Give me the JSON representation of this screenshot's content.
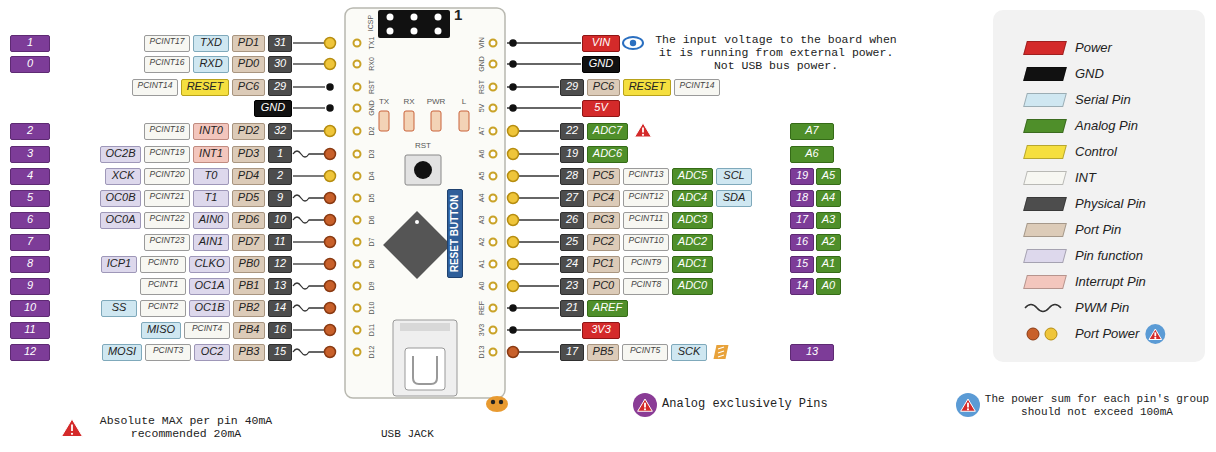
{
  "diagram": {
    "nodes": [
      {
        "text": [
          "1"
        ]
      },
      {
        "text": [
          "PCINT17"
        ]
      },
      {
        "text": [
          "TXD"
        ]
      },
      {
        "text": [
          "PD1"
        ]
      },
      {
        "text": [
          "31"
        ]
      },
      {
        "text": [
          "VIN"
        ]
      },
      {
        "text": [
          "0"
        ]
      },
      {
        "text": [
          "PCINT16"
        ]
      },
      {
        "text": [
          "RXD"
        ]
      },
      {
        "text": [
          "PD0"
        ]
      },
      {
        "text": [
          "30"
        ]
      },
      {
        "text": [
          "GND"
        ]
      },
      {
        "text": [
          "PCINT14"
        ]
      },
      {
        "text": [
          "RESET"
        ]
      },
      {
        "text": [
          "PC6"
        ]
      },
      {
        "text": [
          "29"
        ]
      },
      {
        "text": [
          "29"
        ]
      },
      {
        "text": [
          "PC6"
        ]
      },
      {
        "text": [
          "RESET"
        ]
      },
      {
        "text": [
          "PCINT14"
        ]
      },
      {
        "text": [
          "GND"
        ]
      },
      {
        "text": [
          "5V"
        ]
      },
      {
        "text": [
          "2"
        ]
      },
      {
        "text": [
          "PCINT18"
        ]
      },
      {
        "text": [
          "INT0"
        ]
      },
      {
        "text": [
          "PD2"
        ]
      },
      {
        "text": [
          "32"
        ]
      },
      {
        "text": [
          "22"
        ]
      },
      {
        "text": [
          "ADC7"
        ]
      },
      {
        "text": [
          "A7"
        ]
      },
      {
        "text": [
          "3"
        ]
      },
      {
        "text": [
          "OC2B"
        ]
      },
      {
        "text": [
          "PCINT19"
        ]
      },
      {
        "text": [
          "INT1"
        ]
      },
      {
        "text": [
          "PD3"
        ]
      },
      {
        "text": [
          "1"
        ]
      },
      {
        "text": [
          "19"
        ]
      },
      {
        "text": [
          "ADC6"
        ]
      },
      {
        "text": [
          "A6"
        ]
      },
      {
        "text": [
          "4"
        ]
      },
      {
        "text": [
          "XCK"
        ]
      },
      {
        "text": [
          "PCINT20"
        ]
      },
      {
        "text": [
          "T0"
        ]
      },
      {
        "text": [
          "PD4"
        ]
      },
      {
        "text": [
          "2"
        ]
      },
      {
        "text": [
          "28"
        ]
      },
      {
        "text": [
          "PC5"
        ]
      },
      {
        "text": [
          "PCINT13"
        ]
      },
      {
        "text": [
          "ADC5"
        ]
      },
      {
        "text": [
          "SCL"
        ]
      },
      {
        "text": [
          "19"
        ]
      },
      {
        "text": [
          "A5"
        ]
      },
      {
        "text": [
          "5"
        ]
      },
      {
        "text": [
          "OC0B"
        ]
      },
      {
        "text": [
          "PCINT21"
        ]
      },
      {
        "text": [
          "T1"
        ]
      },
      {
        "text": [
          "PD5"
        ]
      },
      {
        "text": [
          "9"
        ]
      },
      {
        "text": [
          "27"
        ]
      },
      {
        "text": [
          "PC4"
        ]
      },
      {
        "text": [
          "PCINT12"
        ]
      },
      {
        "text": [
          "ADC4"
        ]
      },
      {
        "text": [
          "SDA"
        ]
      },
      {
        "text": [
          "18"
        ]
      },
      {
        "text": [
          "A4"
        ]
      },
      {
        "text": [
          "6"
        ]
      },
      {
        "text": [
          "OC0A"
        ]
      },
      {
        "text": [
          "PCINT22"
        ]
      },
      {
        "text": [
          "AIN0"
        ]
      },
      {
        "text": [
          "PD6"
        ]
      },
      {
        "text": [
          "10"
        ]
      },
      {
        "text": [
          "26"
        ]
      },
      {
        "text": [
          "PC3"
        ]
      },
      {
        "text": [
          "PCINT11"
        ]
      },
      {
        "text": [
          "ADC3"
        ]
      },
      {
        "text": [
          "17"
        ]
      },
      {
        "text": [
          "A3"
        ]
      },
      {
        "text": [
          "7"
        ]
      },
      {
        "text": [
          "PCINT23"
        ]
      },
      {
        "text": [
          "AIN1"
        ]
      },
      {
        "text": [
          "PD7"
        ]
      },
      {
        "text": [
          "11"
        ]
      },
      {
        "text": [
          "25"
        ]
      },
      {
        "text": [
          "PC2"
        ]
      },
      {
        "text": [
          "PCINT10"
        ]
      },
      {
        "text": [
          "ADC2"
        ]
      },
      {
        "text": [
          "16"
        ]
      },
      {
        "text": [
          "A2"
        ]
      },
      {
        "text": [
          "8"
        ]
      },
      {
        "text": [
          "ICP1"
        ]
      },
      {
        "text": [
          "PCINT0"
        ]
      },
      {
        "text": [
          "CLKO"
        ]
      },
      {
        "text": [
          "PB0"
        ]
      },
      {
        "text": [
          "12"
        ]
      },
      {
        "text": [
          "24"
        ]
      },
      {
        "text": [
          "PC1"
        ]
      },
      {
        "text": [
          "PCINT9"
        ]
      },
      {
        "text": [
          "ADC1"
        ]
      },
      {
        "text": [
          "15"
        ]
      },
      {
        "text": [
          "A1"
        ]
      },
      {
        "text": [
          "9"
        ]
      },
      {
        "text": [
          "PCINT1"
        ]
      },
      {
        "text": [
          "OC1A"
        ]
      },
      {
        "text": [
          "PB1"
        ]
      },
      {
        "text": [
          "13"
        ]
      },
      {
        "text": [
          "23"
        ]
      },
      {
        "text": [
          "PC0"
        ]
      },
      {
        "text": [
          "PCINT8"
        ]
      },
      {
        "text": [
          "ADC0"
        ]
      },
      {
        "text": [
          "14"
        ]
      },
      {
        "text": [
          "A0"
        ]
      },
      {
        "text": [
          "10"
        ]
      },
      {
        "text": [
          "SS"
        ]
      },
      {
        "text": [
          "PCINT2"
        ]
      },
      {
        "text": [
          "OC1B"
        ]
      },
      {
        "text": [
          "PB2"
        ]
      },
      {
        "text": [
          "14"
        ]
      },
      {
        "text": [
          "21"
        ]
      },
      {
        "text": [
          "AREF"
        ]
      },
      {
        "text": [
          "11"
        ]
      },
      {
        "text": [
          "MISO"
        ]
      },
      {
        "text": [
          "PCINT4"
        ]
      },
      {
        "text": [
          "PB4"
        ]
      },
      {
        "text": [
          "16"
        ]
      },
      {
        "text": [
          "3V3"
        ]
      },
      {
        "text": [
          "12"
        ]
      },
      {
        "text": [
          "MOSI"
        ]
      },
      {
        "text": [
          "PCINT3"
        ]
      },
      {
        "text": [
          "OC2"
        ]
      },
      {
        "text": [
          "PB3"
        ]
      },
      {
        "text": [
          "15"
        ]
      },
      {
        "text": [
          "17"
        ]
      },
      {
        "text": [
          "PB5"
        ]
      },
      {
        "text": [
          "PCINT5"
        ]
      },
      {
        "text": [
          "SCK"
        ]
      },
      {
        "text": [
          "13"
        ]
      },
      {
        "text": [
          "RESET BUTTON"
        ]
      }
    ],
    "labels": [
      "ICSP",
      "1",
      "TX",
      "RX",
      "PWR",
      "L",
      "RST",
      "TX1",
      "RX0",
      "RST",
      "GND",
      "D2",
      "D3",
      "D4",
      "D5",
      "D6",
      "D7",
      "D8",
      "D9",
      "D10",
      "D11",
      "D12",
      "VIN",
      "GND",
      "RST",
      "5V",
      "A7",
      "A6",
      "A5",
      "A4",
      "A3",
      "A2",
      "A1",
      "A0",
      "REF",
      "3V3",
      "D13",
      "USB JACK",
      "The input voltage to the board when it is running from external power. Not USB bus power.",
      "Absolute MAX per pin 40mA recommended 20mA",
      "Analog exclusively Pins",
      "The power sum for each pin's group should not exceed 100mA"
    ],
    "legend": [
      {
        "text": "Power",
        "color": "#d42a2a"
      },
      {
        "text": "GND",
        "color": "#111111"
      },
      {
        "text": "Serial Pin",
        "color": "#cfe7f1"
      },
      {
        "text": "Analog Pin",
        "color": "#4f8f2a"
      },
      {
        "text": "Control",
        "color": "#f5df3f"
      },
      {
        "text": "INT",
        "color": "#f7f7f2"
      },
      {
        "text": "Physical Pin",
        "color": "#4d4d4d"
      },
      {
        "text": "Port Pin",
        "color": "#dccbb8"
      },
      {
        "text": "Pin function",
        "color": "#ddd8ec"
      },
      {
        "text": "Interrupt Pin",
        "color": "#f3c6bd"
      },
      {
        "text": "PWM Pin"
      },
      {
        "text": "Port Power"
      }
    ]
  }
}
